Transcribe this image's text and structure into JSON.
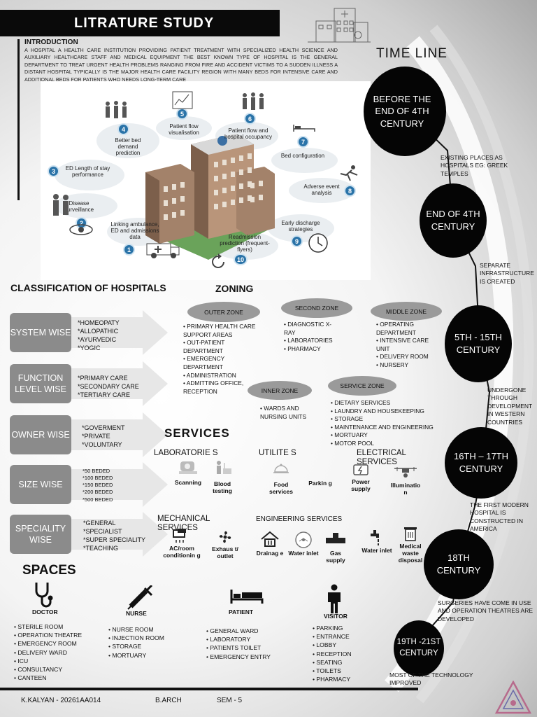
{
  "title": "LITRATURE  STUDY",
  "intro": {
    "heading": "INTRODUCTION",
    "text": "A HOSPITAL A HEALTH CARE INSTITUTION PROVIDING PATIENT TREATMENT WITH SPECIALIZED HEALTH SCIENCE AND AUXILIARY HEALTHCARE STAFF AND MEDICAL EQUIPMENT THE BEST KNOWN TYPE OF HOSPITAL IS THE GENERAL DEPARTMENT TO TREAT URGENT HEALTH PROBLEMS RANGING FROM FIRE AND ACCIDENT VICTIMS TO A SUDDEN ILLNESS A DISTANT HOSPITAL TYPICALLY IS THE MAJOR HEALTH CARE FACILITY REGION WITH MANY BEDS FOR INTENSIVE CARE AND ADDITIONAL BEDS FOR PATIENTS WHO NEEDS LONG-TERM CARE"
  },
  "diagram": {
    "items": [
      {
        "n": "1",
        "label": "Linking ambulance, ED and admissions data"
      },
      {
        "n": "2",
        "label": "Disease surveillance"
      },
      {
        "n": "3",
        "label": "ED Length of stay performance"
      },
      {
        "n": "4",
        "label": "Better bed demand prediction"
      },
      {
        "n": "5",
        "label": "Patient flow visualisation"
      },
      {
        "n": "6",
        "label": "Patient flow and hospital occupancy"
      },
      {
        "n": "7",
        "label": "Bed configuration"
      },
      {
        "n": "8",
        "label": "Adverse event analysis"
      },
      {
        "n": "9",
        "label": "Early discharge strategies"
      },
      {
        "n": "10",
        "label": "Readmission prediction (frequent-flyers)"
      }
    ]
  },
  "timeline": {
    "title": "TIME LINE",
    "events": [
      {
        "label": "BEFORE THE END OF 4TH CENTURY",
        "note": "EXISTING PLACES AS HOSPITALS EG: GREEK TEMPLES"
      },
      {
        "label": "END OF 4TH CENTURY",
        "note": "SEPARATE INFRASTRUCTURE IS CREATED"
      },
      {
        "label": "5TH - 15TH CENTURY",
        "note": "UNDERGONE THROUGH DEVELOPMENT IN WESTERN COUNTRIES"
      },
      {
        "label": "16TH – 17TH CENTURY",
        "note": "THE FIRST MODERN HOSPITAL IS CONSTRUCTED IN AMERICA"
      },
      {
        "label": "18TH CENTURY",
        "note": "SURGERIES HAVE  COME IN USE AND OPERATION THEATRES ARE DEVELOPED"
      },
      {
        "label": "19TH -21ST CENTURY",
        "note": "MOST OF THE TECHNOLOGY IMPROVED"
      }
    ]
  },
  "classification": {
    "heading": "CLASSIFICATION OF HOSPITALS",
    "groups": [
      {
        "label": "SYSTEM WISE",
        "items": [
          "*HOMEOPATY",
          "*ALLOPATHIC",
          "*AYURVEDIC",
          "*YOGIC"
        ]
      },
      {
        "label": "FUNCTION LEVEL WISE",
        "items": [
          "*PRIMARY CARE",
          "*SECONDARY CARE",
          "*TERTIARY CARE"
        ]
      },
      {
        "label": "OWNER WISE",
        "items": [
          "*GOVERMENT",
          "*PRIVATE",
          "*VOLUNTARY"
        ]
      },
      {
        "label": "SIZE WISE",
        "items": [
          "*50 BEDED",
          "*100 BEDED",
          "*150 BEDED",
          "*200 BEDED",
          "*500 BEDED"
        ]
      },
      {
        "label": "SPECIALITY WISE",
        "items": [
          "*GENERAL",
          "*SPECIALIST",
          "*SUPER SPECIALITY",
          "*TEACHING"
        ]
      }
    ]
  },
  "zoning": {
    "heading": "ZONING",
    "zones": [
      {
        "name": "OUTER ZONE",
        "items": [
          "PRIMARY HEALTH CARE SUPPORT AREAS",
          "OUT-PATIENT DEPARTMENT",
          "EMERGENCY DEPARTMENT",
          "ADMINISTRATION",
          "ADMITTING OFFICE, RECEPTION"
        ]
      },
      {
        "name": "SECOND ZONE",
        "items": [
          "DIAGNOSTIC X-RAY",
          "LABORATORIES",
          "PHARMACY"
        ]
      },
      {
        "name": "MIDDLE ZONE",
        "items": [
          "OPERATING DEPARTMENT",
          "INTENSIVE CARE UNIT",
          "DELIVERY ROOM",
          "NURSERY"
        ]
      },
      {
        "name": "INNER ZONE",
        "items": [
          "WARDS AND NURSING UNITS"
        ]
      },
      {
        "name": "SERVICE ZONE",
        "items": [
          "DIETARY SERVICES",
          "LAUNDRY AND HOUSEKEEPING",
          "STORAGE",
          "MAINTENANCE AND ENGINEERING",
          "MORTUARY",
          "MOTOR POOL"
        ]
      }
    ]
  },
  "services": {
    "heading": "SERVICES",
    "categories": {
      "laboratories": "LABORATORIE S",
      "utilities": "UTILITE S",
      "electrical": "ELECTRICAL SERVICES",
      "mechanical": "MECHANICAL SERVICES",
      "engineering": "ENGINEERING SERVICES"
    },
    "items": {
      "scanning": "Scanning",
      "blood": "Blood testing",
      "food": "Food services",
      "parking": "Parkin g",
      "power": "Power supply",
      "illumination": "Illuminatio n",
      "ac": "AC/room conditionin g",
      "exhaust": "Exhaus t/ outlet",
      "drainage": "Drainag e",
      "water_inlet_1": "Water inlet",
      "gas": "Gas supply",
      "water_inlet_2": "Water inlet",
      "medical_waste": "Medical waste disposal"
    }
  },
  "spaces": {
    "heading": "SPACES",
    "groups": [
      {
        "label": "DOCTOR",
        "items": [
          "STERILE ROOM",
          "OPERATION THEATRE",
          "EMERGENCY ROOM",
          "DELIVERY WARD",
          "ICU",
          "CONSULTANCY",
          "CANTEEN"
        ]
      },
      {
        "label": "NURSE",
        "items": [
          "NURSE ROOM",
          "INJECTION ROOM",
          "STORAGE",
          "MORTUARY"
        ]
      },
      {
        "label": "PATIENT",
        "items": [
          "GENERAL WARD",
          "LABORATORY",
          "PATIENTS TOILET",
          "EMERGENCY ENTRY"
        ]
      },
      {
        "label": "VISITOR",
        "items": [
          "PARKING",
          "ENTRANCE",
          "LOBBY",
          "RECEPTION",
          "SEATING",
          "TOILETS",
          "PHARMACY"
        ]
      }
    ]
  },
  "footer": {
    "student": "K.KALYAN - 20261AA014",
    "course": "B.ARCH",
    "sem": "SEM - 5"
  },
  "colors": {
    "timeline_circle": "#050505",
    "classification_box": "#8b8b8b",
    "zone_oval": "#9a9a9a",
    "diagram_number": "#2a73a8"
  },
  "icons": [
    "hospital-sketch-icon",
    "stethoscope-icon",
    "syringe-icon",
    "bed-icon",
    "person-icon",
    "scanner-icon",
    "blood-test-icon",
    "food-icon",
    "power-icon",
    "drone-light-icon",
    "ac-icon",
    "fan-icon",
    "drain-icon",
    "gauge-icon",
    "pipe-icon",
    "tap-icon",
    "waste-bin-icon",
    "college-logo-icon"
  ]
}
